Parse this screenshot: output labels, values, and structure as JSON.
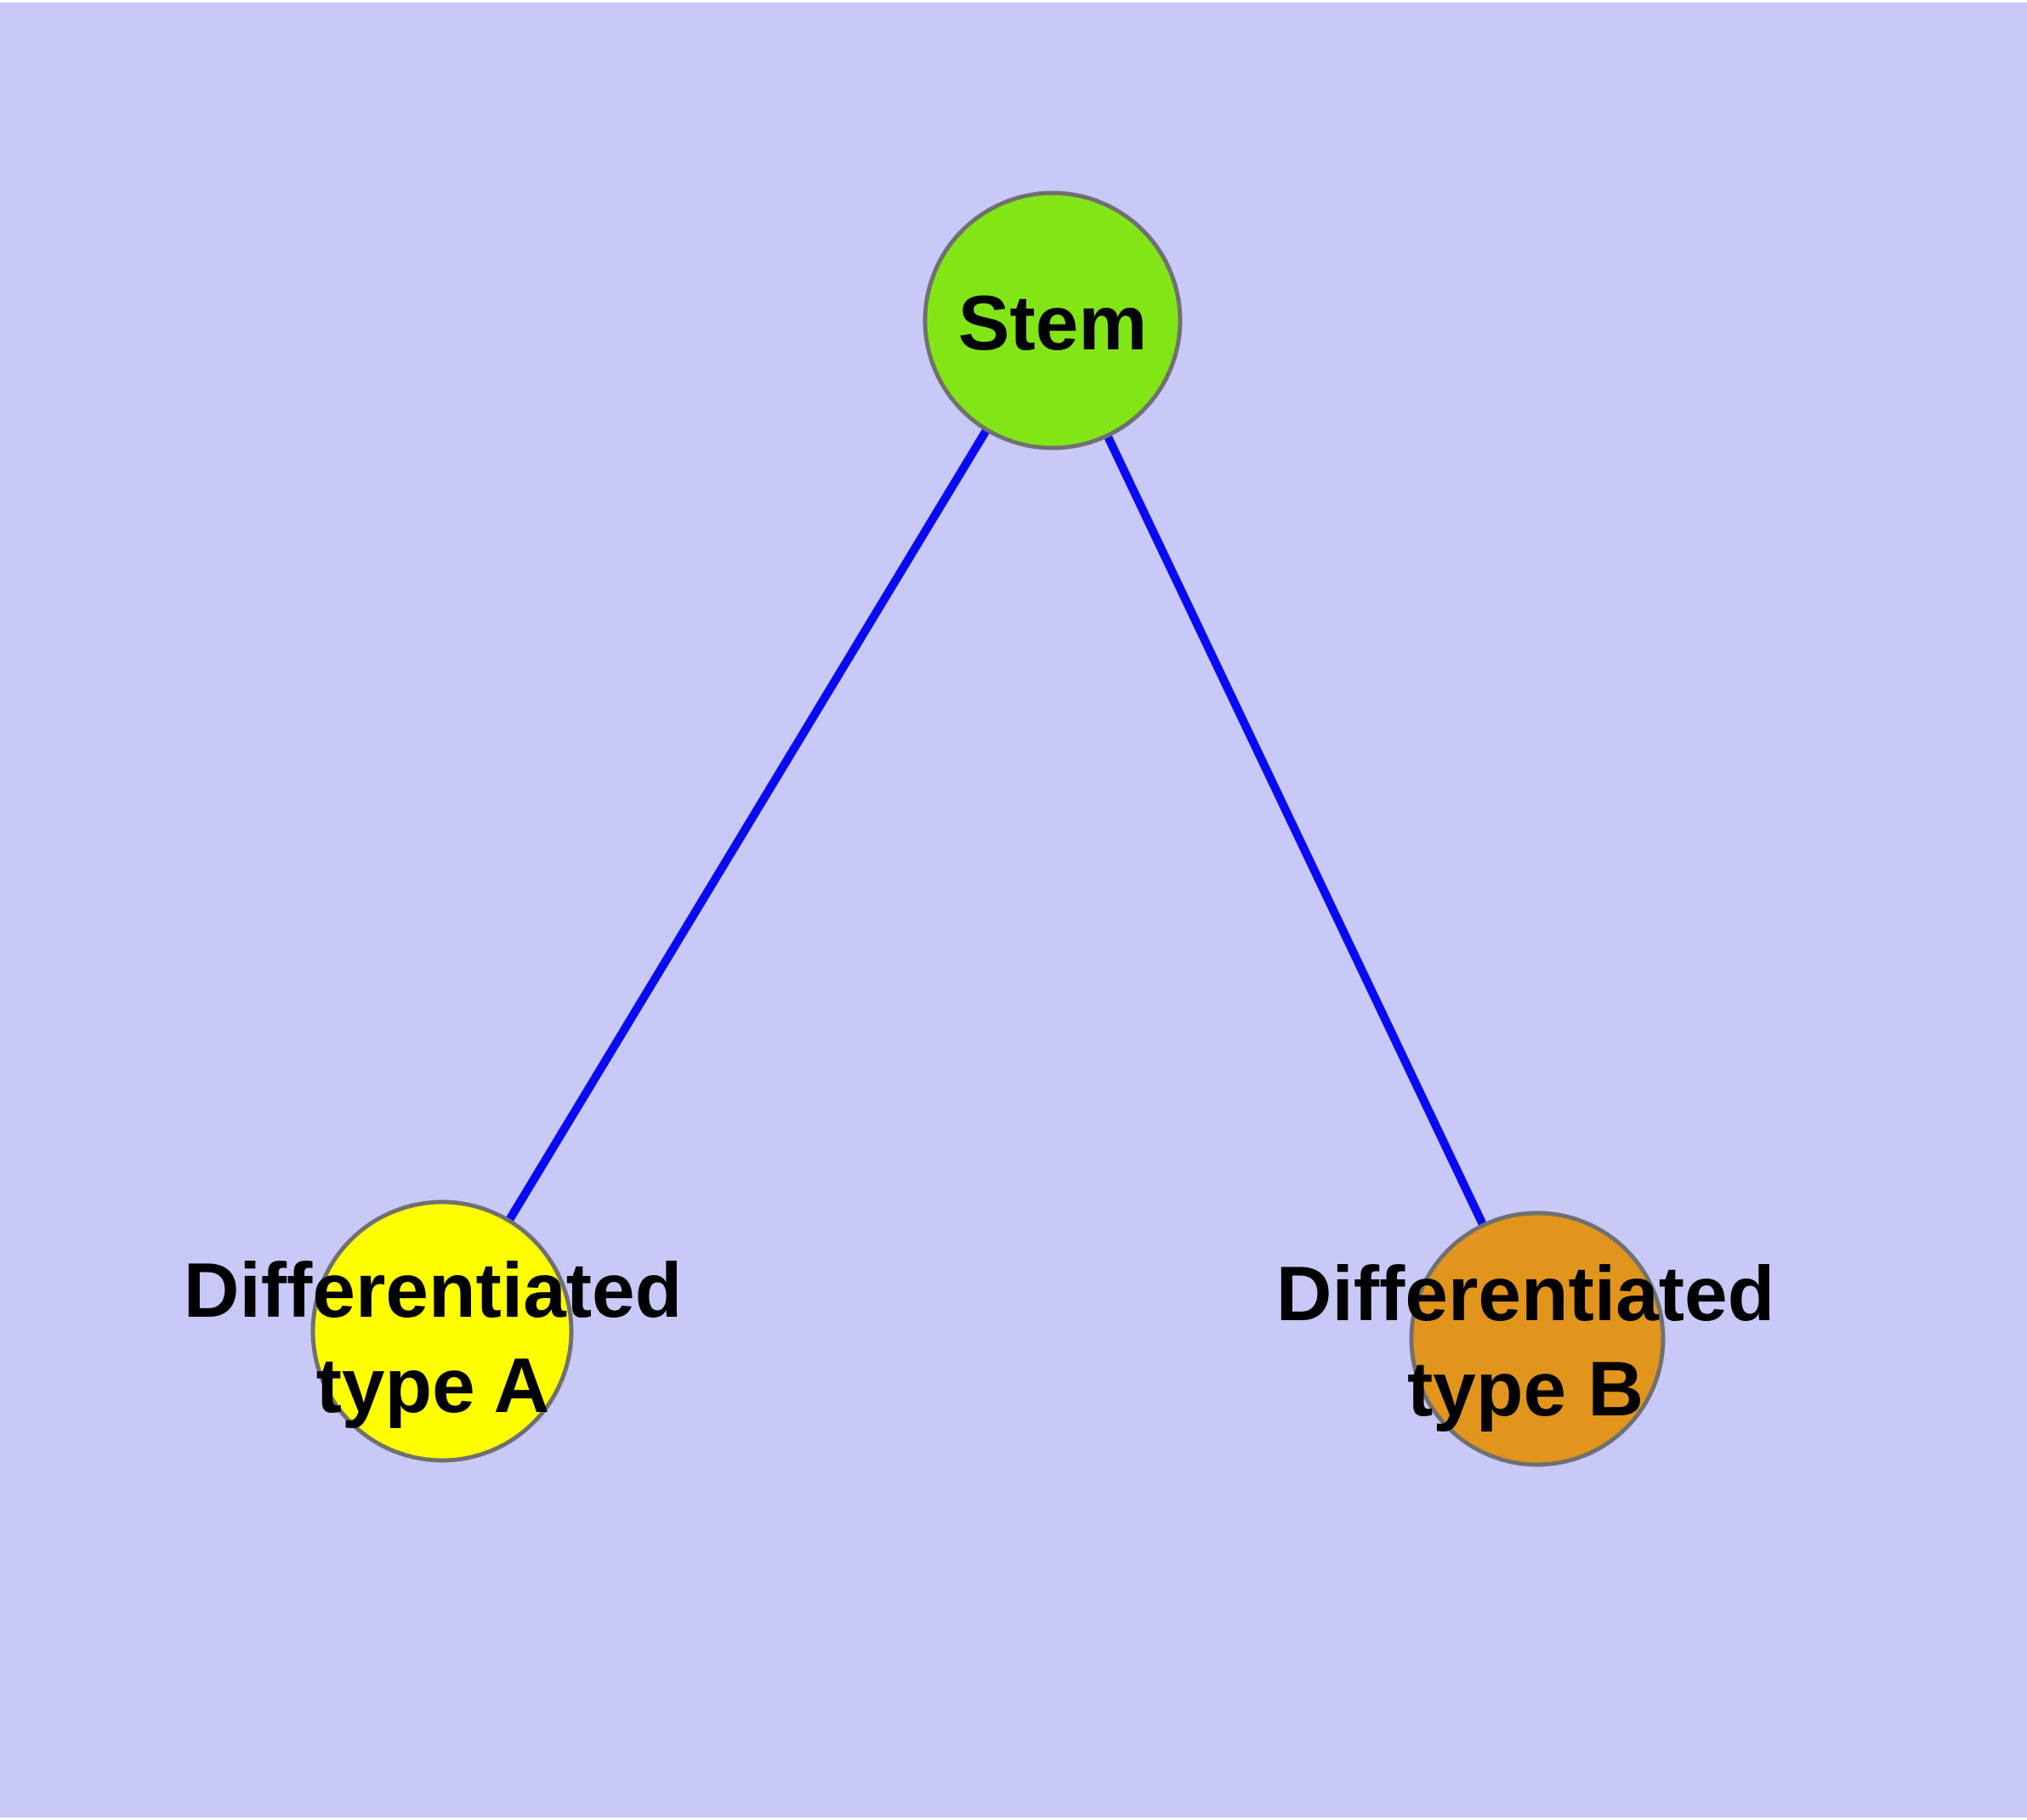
{
  "figure": {
    "type": "node-link-diagram",
    "background_color": "#C9C9F7",
    "top_strip_color": "#FFFFFF"
  },
  "graph": {
    "style": {
      "edge_color": "#0A0AF0",
      "node_border_color": "#707070",
      "label_color": "#000000"
    },
    "nodes": {
      "stem": {
        "label": "Stem",
        "fill": "#82E515"
      },
      "type_a": {
        "label_line1": "Differentiated",
        "label_line2": "type A",
        "fill": "#FFFF00"
      },
      "type_b": {
        "label_line1": "Differentiated",
        "label_line2": "type B",
        "fill": "#E2951C"
      }
    },
    "edges": [
      {
        "from": "Stem",
        "to": "Differentiated type A"
      },
      {
        "from": "Stem",
        "to": "Differentiated type B"
      }
    ]
  }
}
